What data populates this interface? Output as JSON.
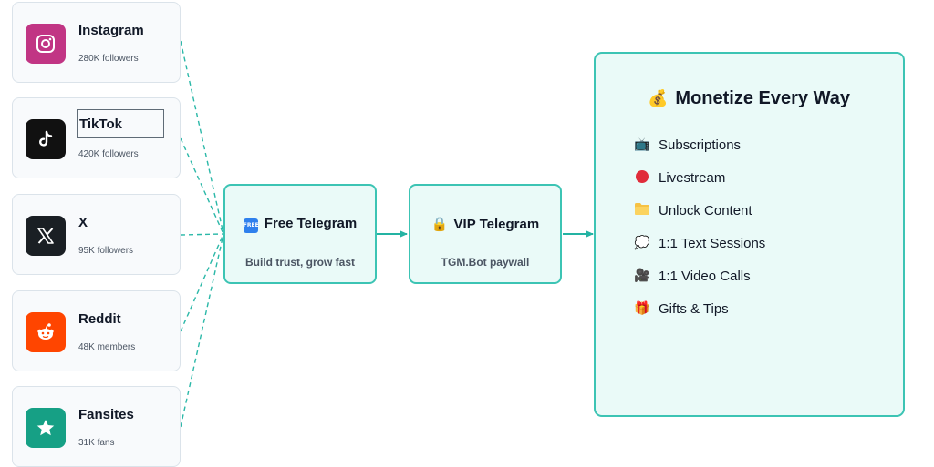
{
  "sources": [
    {
      "name": "Instagram",
      "meta": "280K followers",
      "icon": "instagram-icon",
      "color": "#c13584"
    },
    {
      "name": "TikTok",
      "meta": "420K followers",
      "icon": "tiktok-icon",
      "color": "#111111"
    },
    {
      "name": "X",
      "meta": "95K followers",
      "icon": "x-icon",
      "color": "#111111"
    },
    {
      "name": "Reddit",
      "meta": "48K members",
      "icon": "reddit-icon",
      "color": "#ff4500"
    },
    {
      "name": "Fansites",
      "meta": "31K fans",
      "icon": "star-icon",
      "color": "#16a085"
    }
  ],
  "free_telegram": {
    "icon": "free-badge-icon",
    "badge": "FREE",
    "title": "Free Telegram",
    "subtitle": "Build trust, grow fast"
  },
  "vip_telegram": {
    "icon": "lock-icon",
    "title": "VIP Telegram",
    "subtitle": "TGM.Bot paywall"
  },
  "monetize": {
    "icon": "money-bag-icon",
    "title": "Monetize Every Way",
    "items": [
      {
        "label": "Subscriptions",
        "icon": "tv-icon"
      },
      {
        "label": "Livestream",
        "icon": "red-circle-icon"
      },
      {
        "label": "Unlock Content",
        "icon": "folder-icon"
      },
      {
        "label": "1:1 Text Sessions",
        "icon": "speech-bubble-icon"
      },
      {
        "label": "1:1 Video Calls",
        "icon": "video-camera-icon"
      },
      {
        "label": "Gifts & Tips",
        "icon": "gift-icon"
      }
    ]
  },
  "colors": {
    "accent": "#3cc4b4",
    "box_fill": "#eafaf8",
    "card_fill": "#f8fafc"
  }
}
